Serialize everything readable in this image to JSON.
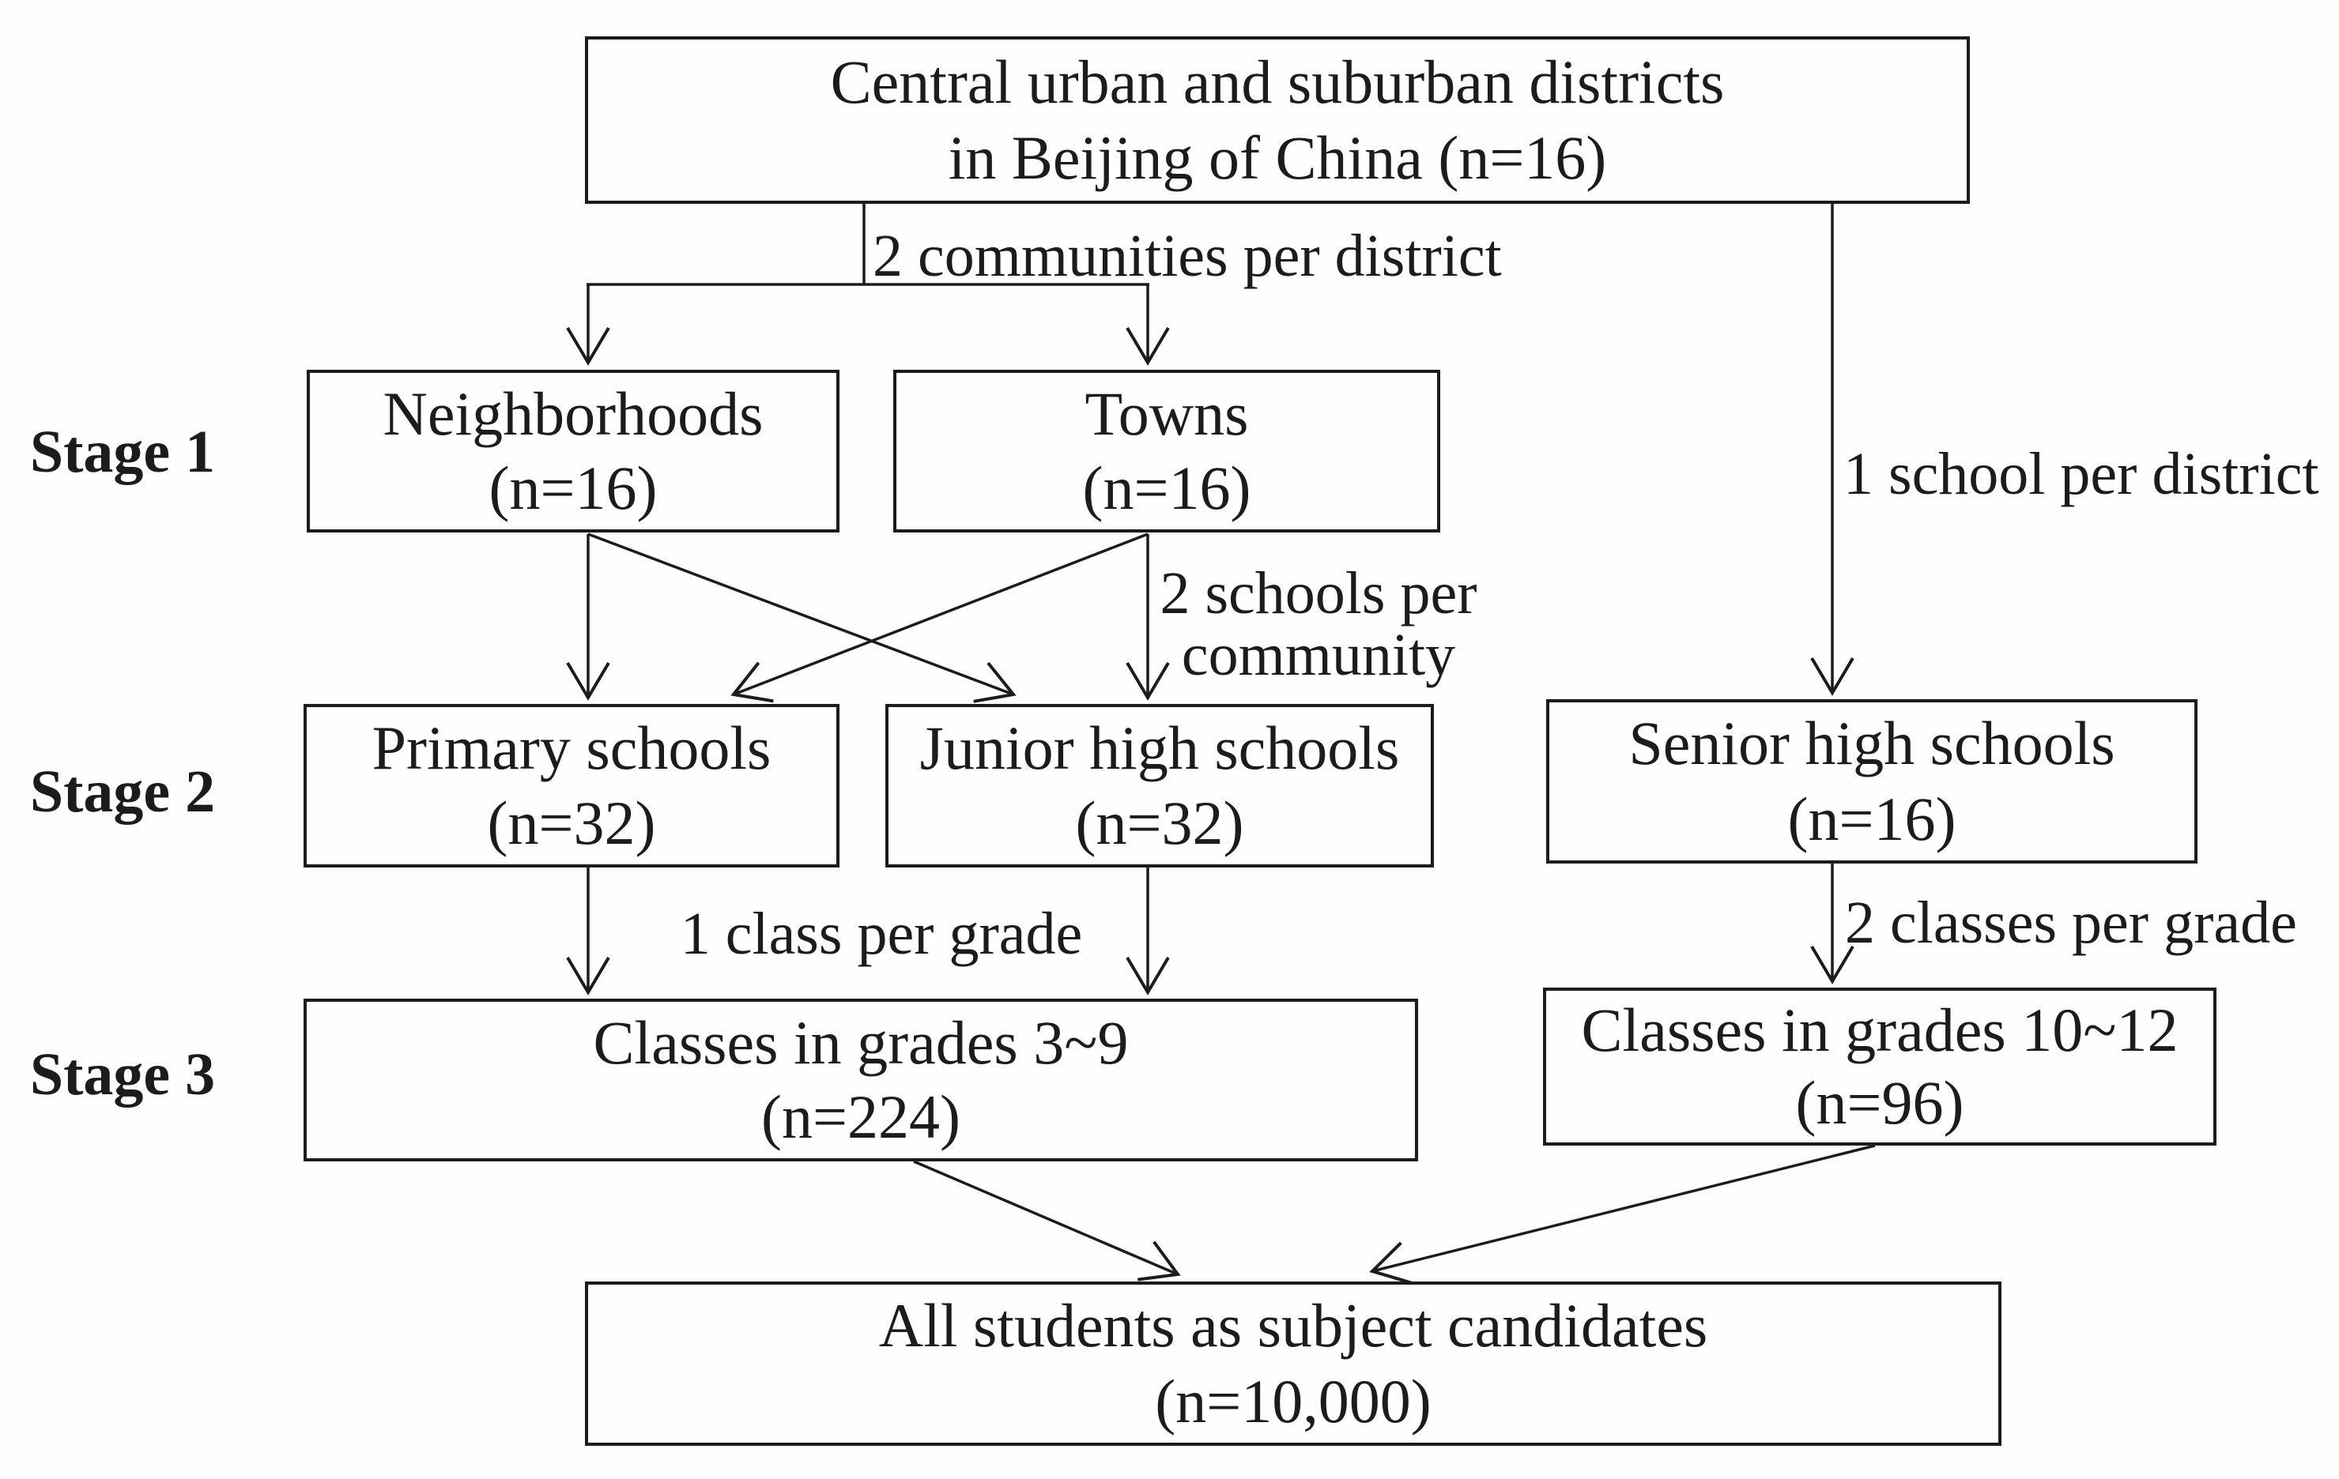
{
  "diagram": {
    "stage_labels": {
      "s1": "Stage 1",
      "s2": "Stage 2",
      "s3": "Stage 3"
    },
    "boxes": {
      "districts": {
        "line1": "Central urban and suburban districts",
        "line2": "in Beijing of China (n=16)"
      },
      "neighborhoods": {
        "line1": "Neighborhoods",
        "line2": "(n=16)"
      },
      "towns": {
        "line1": "Towns",
        "line2": "(n=16)"
      },
      "primary_schools": {
        "line1": "Primary schools",
        "line2": "(n=32)"
      },
      "junior_high": {
        "line1": "Junior high schools",
        "line2": "(n=32)"
      },
      "senior_high": {
        "line1": "Senior high schools",
        "line2": "(n=16)"
      },
      "classes_3_9": {
        "line1": "Classes in grades 3~9",
        "line2": "(n=224)"
      },
      "classes_10_12": {
        "line1": "Classes in grades 10~12",
        "line2": "(n=96)"
      },
      "all_students": {
        "line1": "All students as subject candidates",
        "line2": "(n=10,000)"
      }
    },
    "edge_labels": {
      "two_communities_per_district": "2 communities per district",
      "one_school_per_district": "1 school per district",
      "two_schools_per_community_line1": "2 schools per",
      "two_schools_per_community_line2": "community",
      "one_class_per_grade": "1 class per grade",
      "two_classes_per_grade": "2 classes per grade"
    },
    "colors": {
      "ink": "#1c1c1c",
      "background": "#fefefe"
    }
  }
}
